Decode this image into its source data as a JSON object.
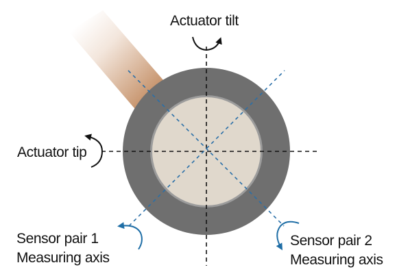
{
  "labels": {
    "actuator_tilt": "Actuator tilt",
    "actuator_tip": "Actuator tip",
    "sensor_pair_1": "Sensor pair 1",
    "sensor_pair_1_sub": "Measuring axis",
    "sensor_pair_2": "Sensor pair 2",
    "sensor_pair_2_sub": "Measuring axis"
  },
  "colors": {
    "outer_ring": "#6f6f6f",
    "inner_disk": "#e0d8cc",
    "inner_ring_edge": "#9c9c9c",
    "actuator_axis_line": "#111111",
    "sensor_axis_line": "#2a6fa8",
    "sensor_arrow": "#1f6ea6",
    "actuator_arrow": "#111111",
    "arm_base": "#c48f66",
    "arm_fade": "#ffffff"
  },
  "icons": {
    "actuator_tilt_arrow": "curved-arrow-icon",
    "actuator_tip_arrow": "curved-arrow-icon",
    "sensor_pair_1_arrow": "curved-arrow-icon",
    "sensor_pair_2_arrow": "curved-arrow-icon"
  }
}
